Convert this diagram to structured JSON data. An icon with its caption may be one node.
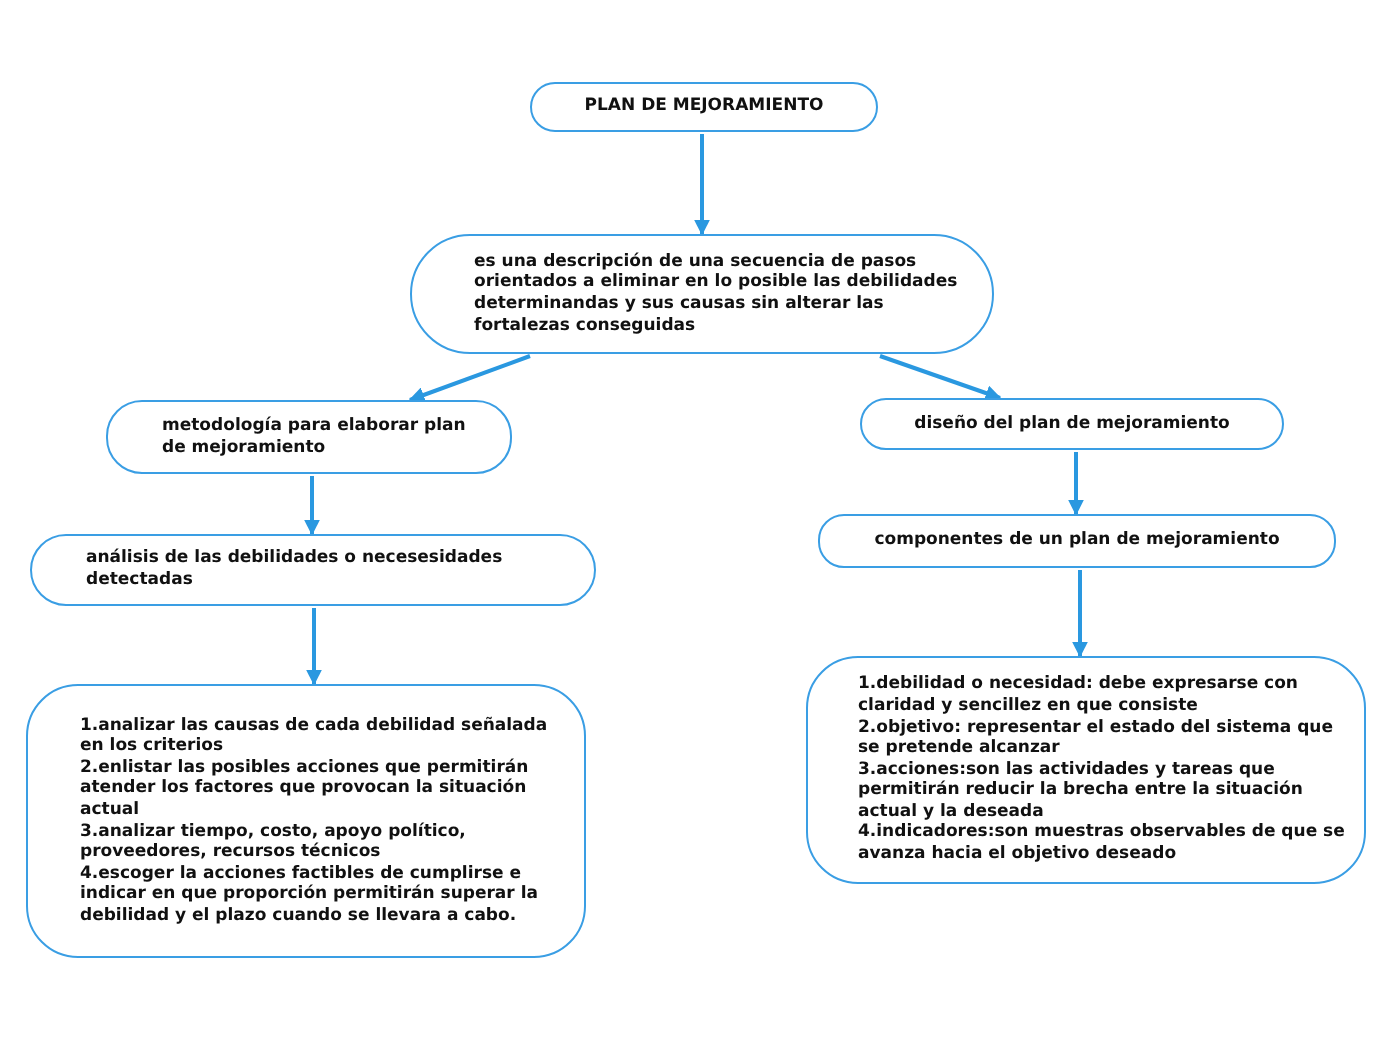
{
  "diagram": {
    "nodes": [
      {
        "text": [
          "PLAN DE MEJORAMIENTO"
        ]
      },
      {
        "text": [
          "es una descripción de una secuencia de pasos orientados a eliminar en lo posible las debilidades determinandas y sus causas sin alterar las fortalezas conseguidas"
        ]
      },
      {
        "text": [
          "metodología para elaborar plan de mejoramiento"
        ]
      },
      {
        "text": [
          "análisis de las debilidades o necesesidades detectadas"
        ]
      },
      {
        "text": [
          "1.analizar las causas de cada debilidad señalada en los criterios",
          "2.enlistar las posibles acciones que permitirán atender los factores que provocan la situación actual",
          "3.analizar tiempo, costo, apoyo político, proveedores, recursos técnicos",
          "4.escoger la acciones factibles de cumplirse e indicar en que proporción permitirán superar la debilidad y el plazo cuando se llevara a cabo."
        ]
      },
      {
        "text": [
          "diseño del plan de mejoramiento"
        ]
      },
      {
        "text": [
          "componentes de un plan de mejoramiento"
        ]
      },
      {
        "text": [
          "1.debilidad o necesidad: debe expresarse con claridad y sencillez en que consiste",
          "2.objetivo: representar el estado del sistema que se pretende alcanzar",
          "3.acciones:son las actividades y tareas que permitirán reducir la brecha entre la situación actual y la deseada",
          "4.indicadores:son muestras observables de que se avanza hacia el objetivo deseado"
        ]
      }
    ],
    "edges": [
      {
        "from": 0,
        "to": 1,
        "arrow": "to"
      },
      {
        "from": 1,
        "to": 2,
        "arrow": "to"
      },
      {
        "from": 1,
        "to": 5,
        "arrow": "to"
      },
      {
        "from": 2,
        "to": 3,
        "arrow": "to"
      },
      {
        "from": 3,
        "to": 4,
        "arrow": "to"
      },
      {
        "from": 5,
        "to": 6,
        "arrow": "to"
      },
      {
        "from": 6,
        "to": 7,
        "arrow": "to"
      }
    ]
  }
}
